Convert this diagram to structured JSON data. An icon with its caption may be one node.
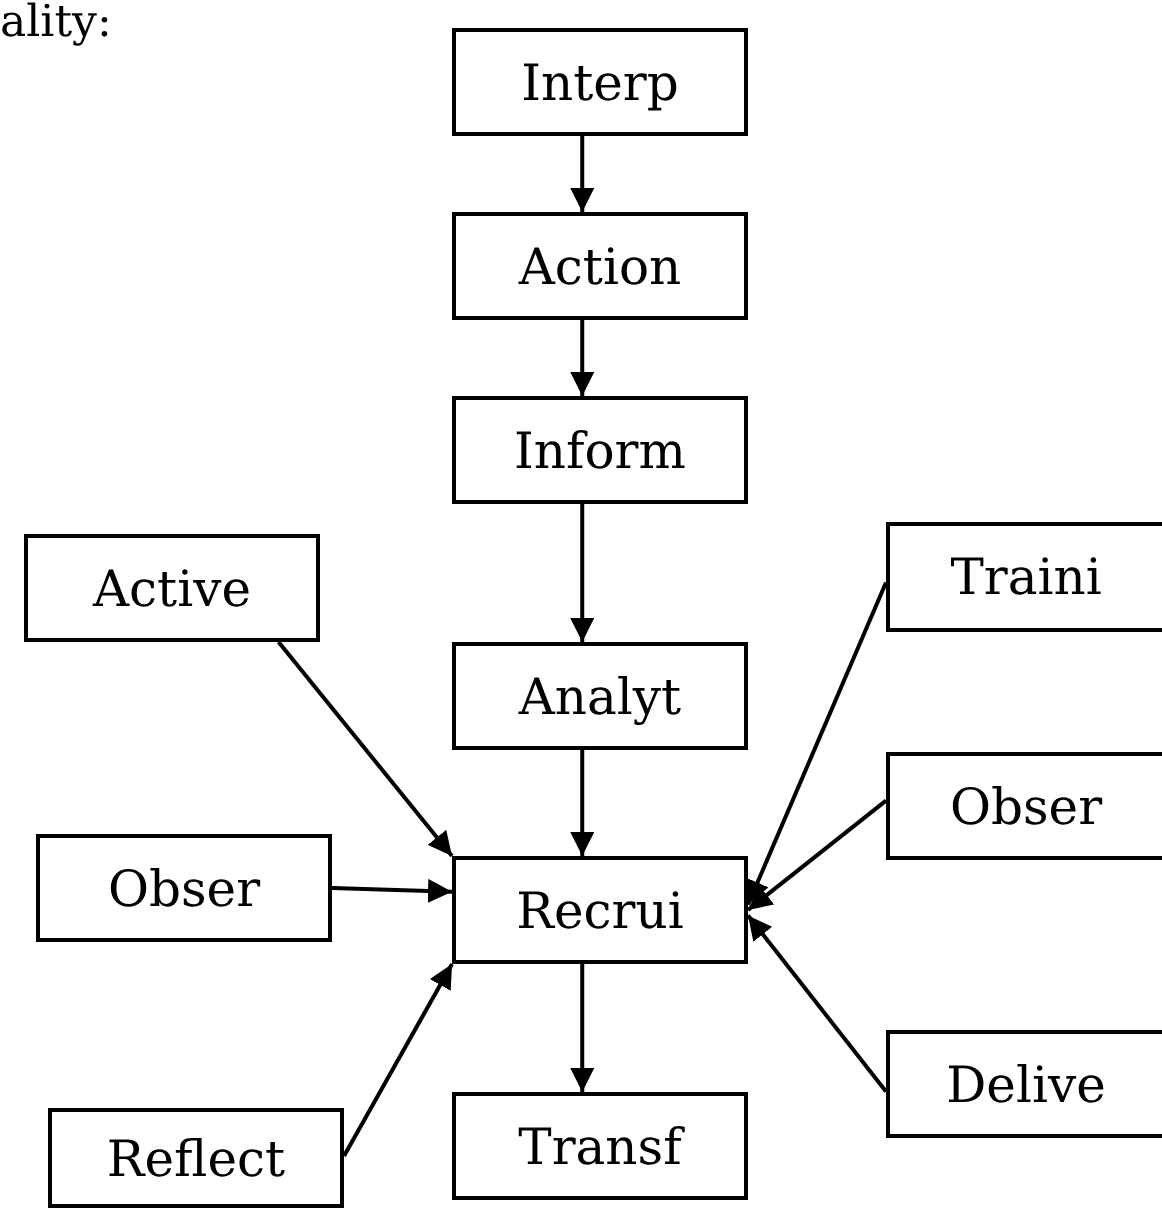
{
  "diagram": {
    "nodes": [
      {
        "text": [
          "Interp"
        ]
      },
      {
        "text": [
          "Action"
        ]
      },
      {
        "text": [
          "Inform"
        ]
      },
      {
        "text": [
          "Active"
        ]
      },
      {
        "text": [
          "Traini"
        ]
      },
      {
        "text": [
          "Analyt"
        ]
      },
      {
        "text": [
          "Obser"
        ]
      },
      {
        "text": [
          "Recrui"
        ]
      },
      {
        "text": [
          "Obser"
        ]
      },
      {
        "text": [
          "Reflect"
        ]
      },
      {
        "text": [
          "Transf"
        ]
      },
      {
        "text": [
          "Delive"
        ]
      }
    ],
    "edges": [
      {
        "from": 0,
        "to": 1,
        "arrow": "to"
      },
      {
        "from": 1,
        "to": 2,
        "arrow": "to"
      },
      {
        "from": 2,
        "to": 5,
        "arrow": "to"
      },
      {
        "from": 5,
        "to": 7,
        "arrow": "to"
      },
      {
        "from": 3,
        "to": 7,
        "arrow": "to"
      },
      {
        "from": 6,
        "to": 7,
        "arrow": "to"
      },
      {
        "from": 9,
        "to": 7,
        "arrow": "to"
      },
      {
        "from": 4,
        "to": 7,
        "arrow": "to"
      },
      {
        "from": 8,
        "to": 7,
        "arrow": "to"
      },
      {
        "from": 11,
        "to": 7,
        "arrow": "to"
      },
      {
        "from": 7,
        "to": 10,
        "arrow": "to"
      }
    ],
    "labels": [
      "ality:"
    ]
  }
}
